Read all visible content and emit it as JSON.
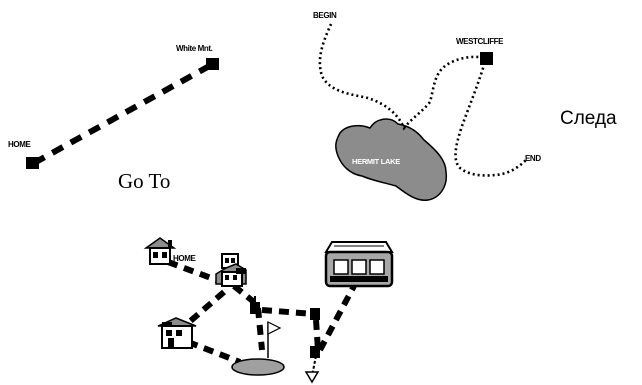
{
  "goto": {
    "title": "Go To",
    "home_label": "HOME",
    "destination_label": "White Mnt."
  },
  "follow": {
    "title": "Следа",
    "begin_label": "BEGIN",
    "waypoint_label": "WESTCLIFFE",
    "lake_label": "HERMIT LAKE",
    "end_label": "END"
  },
  "route": {
    "home_label": "HOME"
  }
}
